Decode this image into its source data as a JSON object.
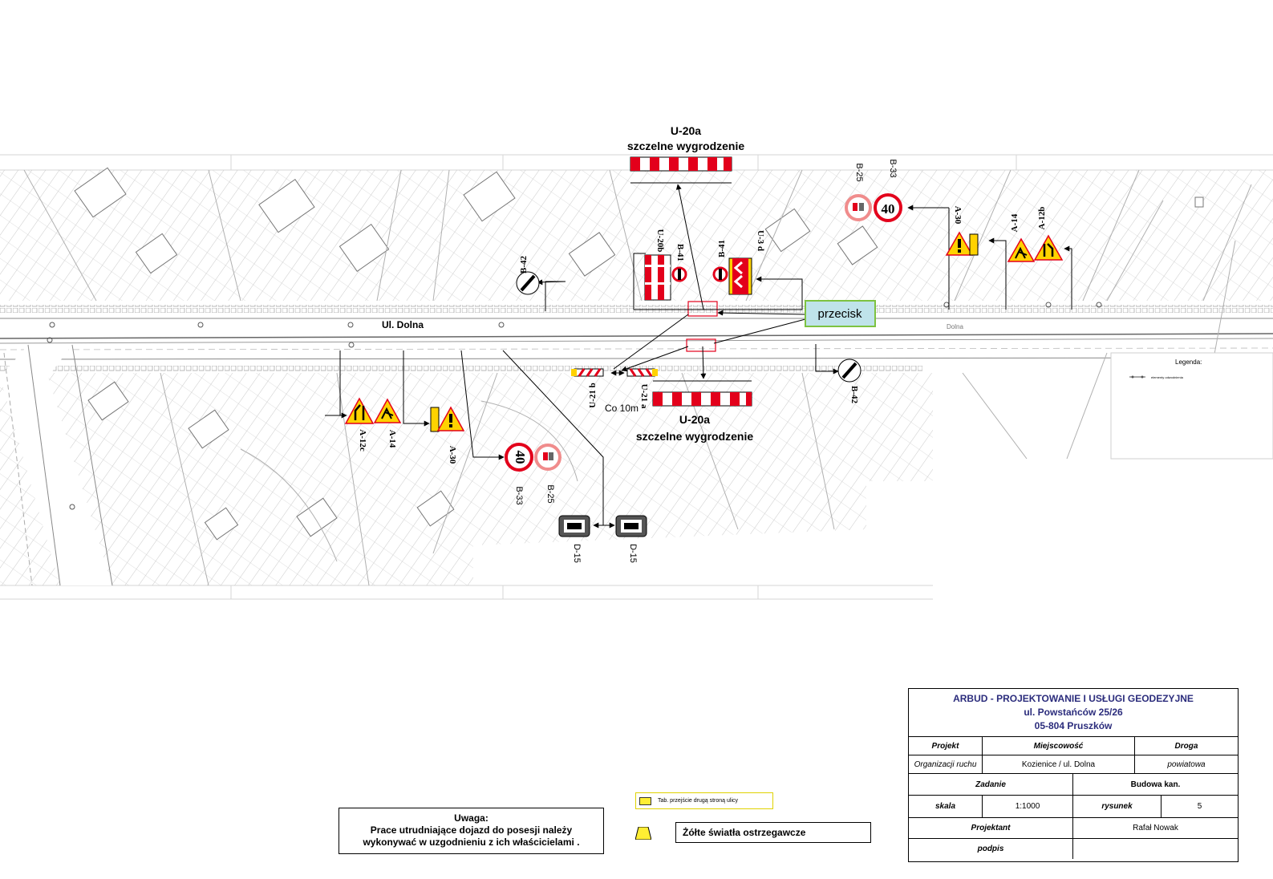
{
  "labels": {
    "u20a_top": "U-20a",
    "u20a_top_desc": "szczelne wygrodzenie",
    "u20a_bottom": "U-20a",
    "u20a_bottom_desc": "szczelne wygrodzenie",
    "street": "Ul. Dolna",
    "street_small": "Dolna",
    "przecisk": "przecisk",
    "co10m": "Co 10m",
    "legenda": "Legenda:",
    "legenda_item": "elementy odwodnienia",
    "b25_top": "B-25",
    "b33_top": "B-33",
    "b25_bottom": "B-25",
    "b33_bottom": "B-33",
    "a30_right": "A-30",
    "a14_right": "A-14",
    "a12b": "A-12b",
    "b42_left": "B-42",
    "b42_right": "B-42",
    "u20b": "U-20b",
    "b41_a": "B-41",
    "b41_b": "B-41",
    "u3d": "U-3 d",
    "u21b": "U-21 b",
    "u21a": "U-21 a",
    "a12c": "A-12c",
    "a14_left": "A-14",
    "a30_left": "A-30",
    "d15_a": "D-15",
    "d15_b": "D-15",
    "speed": "40"
  },
  "title_block": {
    "company": "ARBUD - PROJEKTOWANIE I USŁUGI GEODEZYJNE",
    "address": "ul. Powstańców 25/26",
    "city": "05-804 Pruszków",
    "projekt_h": "Projekt",
    "miejscowosc_h": "Miejscowość",
    "droga_h": "Droga",
    "projekt_v": "Organizacji ruchu",
    "miejscowosc_v": "Kozienice / ul. Dolna",
    "droga_v": "powiatowa",
    "zadanie_h": "Zadanie",
    "zadanie_v": "Budowa kan.",
    "skala_h": "skala",
    "skala_v": "1:1000",
    "rysunek_h": "rysunek",
    "rysunek_v": "5",
    "projektant_h": "Projektant",
    "projektant_v": "Rafał Nowak",
    "podpis_h": "podpis",
    "podpis_v": ""
  },
  "note": {
    "title": "Uwaga:",
    "line1": "Prace utrudniające dojazd do posesji należy",
    "line2": "wykonywać w uzgodnieniu z ich właścicielami ."
  },
  "legend": {
    "tab_label": "Tab. przejście drugą stroną ulicy",
    "lights_label": "Żółte światła ostrzegawcze"
  },
  "colors": {
    "sign_red": "#e3001b",
    "sign_yellow": "#ffd200",
    "przecisk_bg": "#bfe3ea",
    "przecisk_border": "#7dc241",
    "title_blue": "#2b2c7c"
  }
}
